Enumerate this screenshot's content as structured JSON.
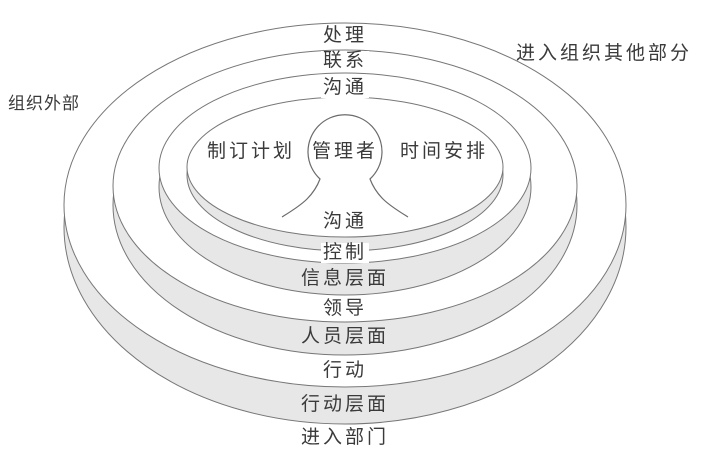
{
  "labels": {
    "outside_org": "组织外部",
    "enter_other_parts": "进入组织其他部分",
    "ring1_top": "处理",
    "ring2_top": "联系",
    "ring3_top": "沟通",
    "planning": "制订计划",
    "manager": "管理者",
    "scheduling": "时间安排",
    "communication_bottom": "沟通",
    "control": "控制",
    "information_level": "信息层面",
    "leadership": "领导",
    "personnel_level": "人员层面",
    "action": "行动",
    "action_level": "行动层面",
    "enter_department": "进入部门"
  },
  "colors": {
    "line": "#777777",
    "rim_fill": "#e7e7e7",
    "text": "#3a3a3a",
    "background": "#ffffff"
  }
}
